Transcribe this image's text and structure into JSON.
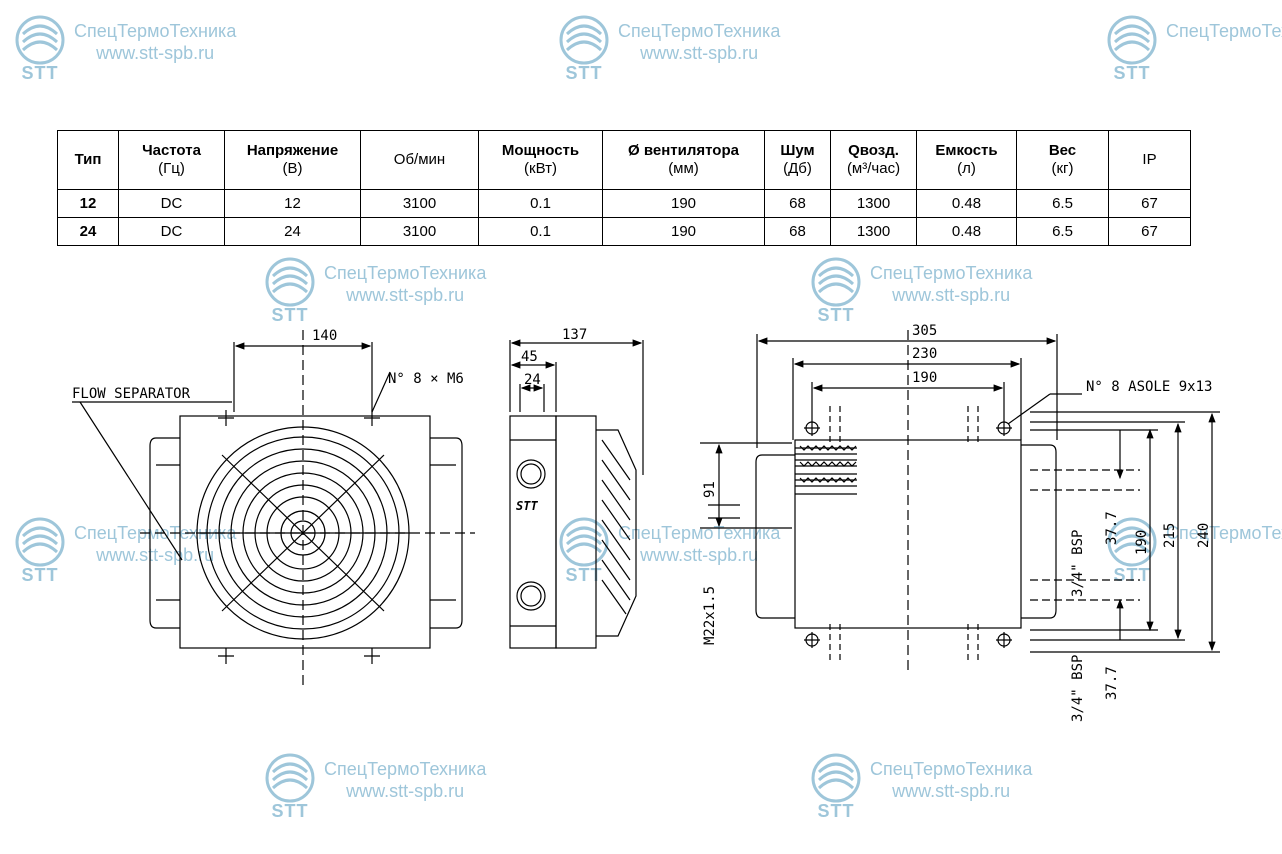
{
  "watermark": {
    "brand": "СпецТермоТехника",
    "url": "www.stt-spb.ru",
    "abbr": "STT"
  },
  "table": {
    "headers": [
      {
        "name": "Тип",
        "unit": ""
      },
      {
        "name": "Частота",
        "unit": "(Гц)"
      },
      {
        "name": "Напряжение",
        "unit": "(В)"
      },
      {
        "name": "Об/мин",
        "unit": ""
      },
      {
        "name": "Мощность",
        "unit": "(кВт)"
      },
      {
        "name": "Ø вентилятора",
        "unit": "(мм)"
      },
      {
        "name": "Шум",
        "unit": "(Дб)"
      },
      {
        "name": "Qвозд.",
        "unit": "(м³/час)"
      },
      {
        "name": "Емкость",
        "unit": "(л)"
      },
      {
        "name": "Вес",
        "unit": "(кг)"
      },
      {
        "name": "IP",
        "unit": ""
      }
    ],
    "rows": [
      [
        "12",
        "DC",
        "12",
        "3100",
        "0.1",
        "190",
        "68",
        "1300",
        "0.48",
        "6.5",
        "67"
      ],
      [
        "24",
        "DC",
        "24",
        "3100",
        "0.1",
        "190",
        "68",
        "1300",
        "0.48",
        "6.5",
        "67"
      ]
    ]
  },
  "drawing": {
    "front": {
      "width": "140",
      "flow_separator": "FLOW SEPARATOR",
      "bolts": "N° 8 × M6"
    },
    "side": {
      "depth": "137",
      "d45": "45",
      "d24": "24",
      "logo": "STT",
      "height91": "91",
      "thread": "M22x1.5"
    },
    "rear": {
      "w305": "305",
      "w230": "230",
      "w190": "190",
      "holes": "N° 8 ASOLE 9x13",
      "bsp_top": "3/4\" BSP",
      "bsp_bottom": "3/4\" BSP",
      "d37_top": "37.7",
      "d37_bottom": "37.7",
      "h190": "190",
      "h215": "215",
      "h240": "240"
    }
  }
}
